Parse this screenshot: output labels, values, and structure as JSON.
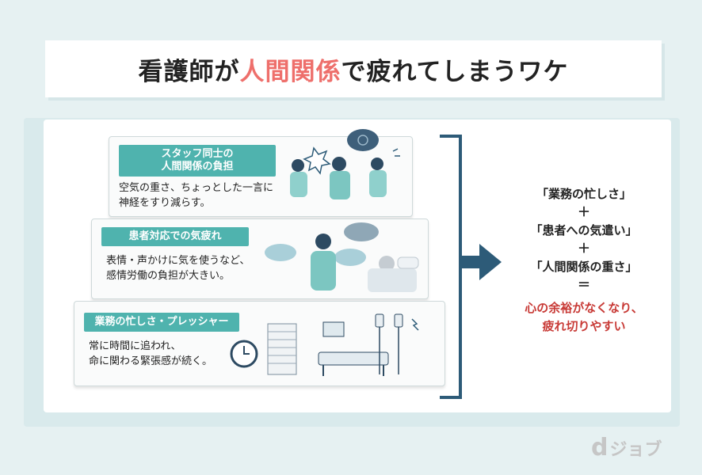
{
  "title": {
    "pre": "看護師が",
    "accent": "人間関係",
    "post": "で疲れてしまうワケ"
  },
  "cards": [
    {
      "tag": "スタッフ同士の\n人間関係の負担",
      "desc": "空気の重さ、ちょっとした一言に\n神経をすり減らす。"
    },
    {
      "tag": "患者対応での気疲れ",
      "desc": "表情・声かけに気を使うなど、\n感情労働の負担が大きい。"
    },
    {
      "tag": "業務の忙しさ・プレッシャー",
      "desc": "常に時間に追われ、\n命に関わる緊張感が続く。"
    }
  ],
  "summary": {
    "item1": "「業務の忙しさ」",
    "op1": "＋",
    "item2": "「患者への気遣い」",
    "op2": "＋",
    "item3": "「人間関係の重さ」",
    "op3": "＝",
    "result1": "心の余裕がなくなり、",
    "result2": "疲れ切りやすい"
  },
  "logo": {
    "mark": "d",
    "text": "ジョブ"
  },
  "colors": {
    "accent": "#ee6f6b",
    "teal": "#4fb3ae",
    "navy": "#2d5b78",
    "result": "#c83a36"
  }
}
